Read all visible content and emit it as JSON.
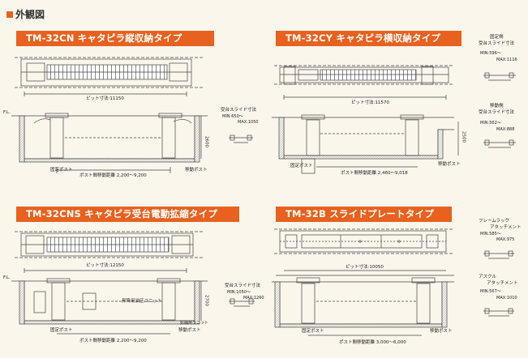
{
  "section_title": "外観図",
  "panels": [
    {
      "title": "TM-32CN キャタピラ縦収納タイプ",
      "pit_size": "ピット寸法:11150",
      "fl": "F.L.",
      "depth": "2600",
      "slide_title": "受台スライド寸法",
      "slide_min": "MIN:650〜",
      "slide_max": "MAX:1050",
      "fixed_post": "固定ポスト",
      "moving_post": "移動ポスト",
      "distance": "ポスト間移動距離 2,200〜9,200"
    },
    {
      "title": "TM-32CY キャタピラ横収納タイプ",
      "pit_size": "ピット寸法:11570",
      "depth": "2500",
      "fixed_post": "固定ポスト",
      "moving_post": "移動ポスト",
      "distance": "ポスト間移動距離 2,460〜9,018"
    },
    {
      "title": "TM-32CNS キャタピラ受台電動拡縮タイプ",
      "pit_size": "ピット寸法:12150",
      "fl": "F.L.",
      "depth": "2700",
      "unit_label": "昇降用油圧ユニット",
      "slide_title": "受台スライド寸法",
      "slide_min": "MIN:1050〜",
      "slide_max": "MAX:1260",
      "fixed_post": "固定ポスト",
      "moving_post": "移動ポスト",
      "unit_label2": "拡縮用ユニット",
      "distance": "ポスト間移動距離 2,200〜9,200"
    },
    {
      "title": "TM-32B スライドプレートタイプ",
      "pit_size": "ピット寸法:10050",
      "fixed_post": "固定ポスト",
      "moving_post": "移動ポスト",
      "distance": "ポスト間移動距離 3,000〜6,000"
    }
  ],
  "side_fixed": {
    "title1": "固定側",
    "title2": "受台スライド寸法",
    "min": "MIN:596〜",
    "max": "MAX:1116"
  },
  "side_moving": {
    "title1": "移動側",
    "title2": "受台スライド寸法",
    "min": "MIN:562〜",
    "max": "MAX:888"
  },
  "side_frame": {
    "title1": "フレームラック",
    "title2": "アタッチメント",
    "min": "MIN:585〜",
    "max": "MAX:975"
  },
  "side_axle": {
    "title1": "アスクル",
    "title2": "アタッチメント",
    "min": "MIN:567〜",
    "max": "MAX:1010"
  },
  "colors": {
    "banner": "#e8611e",
    "line": "#444444",
    "background": "#fbf6ec"
  }
}
